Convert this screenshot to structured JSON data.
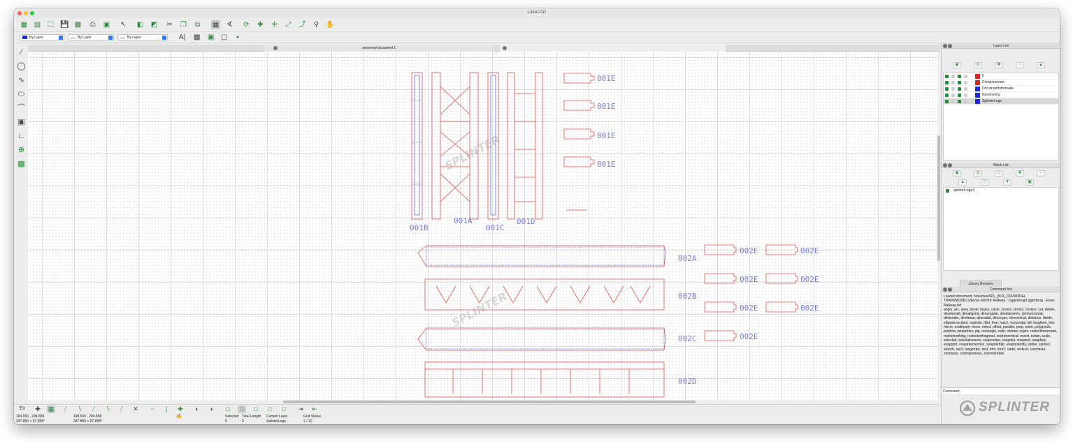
{
  "app": {
    "title": "LibreCAD"
  },
  "toolbar2": {
    "color_combo": "By Layer",
    "width_combo": "By Layer",
    "linetype_combo": "By Layer"
  },
  "tabs": [
    {
      "label": "unnamed document 1"
    },
    {
      "label": ""
    }
  ],
  "drawing": {
    "labels_top": [
      "001B",
      "001A",
      "001C",
      "001D"
    ],
    "labels_e": [
      "001E",
      "001E",
      "001E",
      "001E"
    ],
    "labels_rows": [
      "002A",
      "002B",
      "002C",
      "002D"
    ],
    "labels_2e": [
      "002E",
      "002E",
      "002E",
      "002E",
      "002E",
      "002E",
      "002E"
    ],
    "watermark": "SPLINTER"
  },
  "bottom_toolbar": {
    "ex_label": "Ex"
  },
  "status": {
    "coord_abs_1": "184.550 , 294.858",
    "coord_abs_2": "347.850 < 57.958°",
    "coord_rel_1": "184.550 , 294.858",
    "coord_rel_2": "347.850 < 57.958°",
    "selected_label": "Selected",
    "selected_value": "0",
    "total_length_label": "Total Length",
    "total_length_value": "0",
    "current_layer_label": "Current Layer",
    "current_layer_value": "SplinterLogo",
    "grid_status_label": "Grid Status",
    "grid_status_value": "1 / 10"
  },
  "layer_list": {
    "title": "Layer List",
    "layers": [
      {
        "name": "0",
        "color": "#e02020"
      },
      {
        "name": "Componenten",
        "color": "#e02020"
      },
      {
        "name": "DocumentInformatie",
        "color": "#1a2ad8"
      },
      {
        "name": "Nummering",
        "color": "#1a2ad8"
      },
      {
        "name": "SplinterLogo",
        "color": "#1a2ad8"
      }
    ]
  },
  "block_list": {
    "title": "Block List",
    "blocks": [
      {
        "name": "splinterLogo3"
      }
    ]
  },
  "library_browser": {
    "tab_label": "Library Browser"
  },
  "command_line": {
    "title": "Command line",
    "output": "Loaded document: /Volumes/SPL_BCK_002/MODEL TRAIN/MODELS/Eizan Electric Railway - Liggerbrug/Liggerbrug - Eizan Railway.dxf\nangle, arc, area, bevel, bisect, circle, circle2, circle3, circlecr, cut, delete, deselectall, dimaligned, dimangular, dimdiametric, dimhorizontal, dimleader, dimlinear, dimradial, dimregen, dimvertical, distance, divide, ellipseinscribed, explode, fillet, free, hatch, horizontal, kill, lengthen, line, mirror, modifyattr, move, mtext, offset, parallel, perp, point, polygon2v, polyline, properties, ptp, rectangle, redo, redraw, regen, restricthorizontal, restrictnothing, restrictorthogonal, restrictvertical, revert, rotate, scale, selectall, setrelativezero, snapcenter, snapdist, snapend, snapfree, snapgrid, snapintersection, snapmiddle, snaponentity, spline, spline2, stretch, tan3, tangentpc, text, trim, trim2, undo, vertical, zoomauto, zoompan, zoomprevious, zoomwindow",
    "prompt": "Command:"
  },
  "watermark": {
    "text": "SPLINTER"
  },
  "colors": {
    "accent": "#2b8a3e",
    "entity_red": "#d9534f",
    "entity_blue": "#6b6bd6"
  }
}
